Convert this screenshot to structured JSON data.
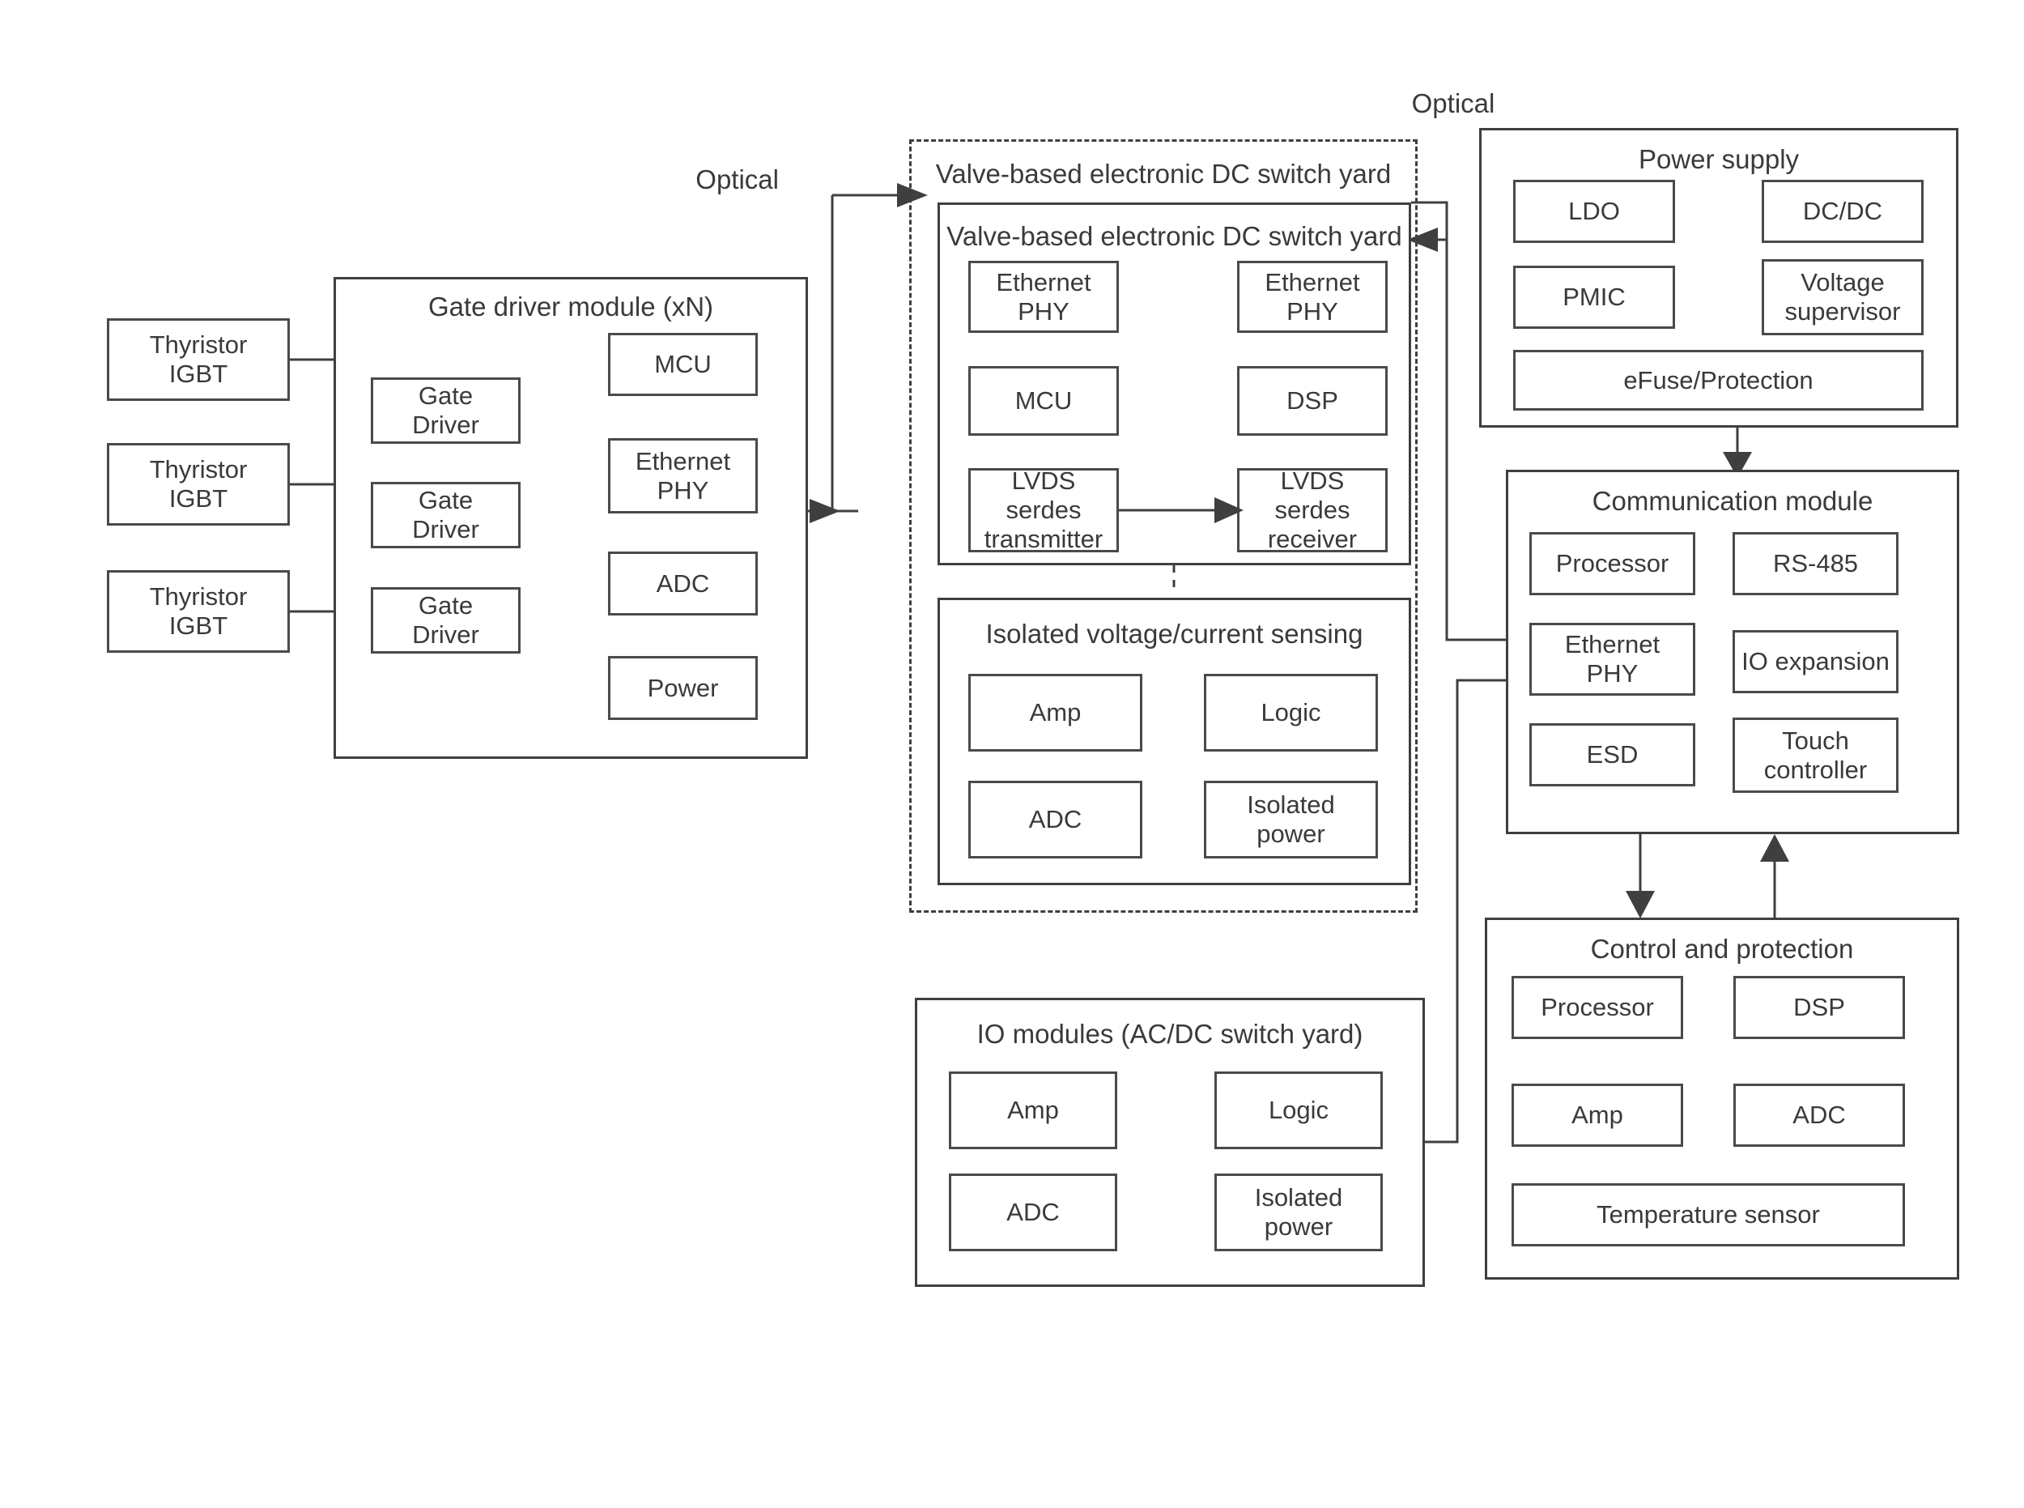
{
  "diagram": {
    "title_text_color": "#3a3a3a",
    "line_color": "#3f3f3f",
    "background": "#ffffff"
  },
  "edge_labels": {
    "optical_left": "Optical",
    "optical_top": "Optical"
  },
  "thyristors": [
    {
      "label": "Thyristor\nIGBT"
    },
    {
      "label": "Thyristor\nIGBT"
    },
    {
      "label": "Thyristor\nIGBT"
    }
  ],
  "gate_driver_module": {
    "title": "Gate driver module (xN)",
    "gate_drivers": [
      {
        "label": "Gate\nDriver"
      },
      {
        "label": "Gate\nDriver"
      },
      {
        "label": "Gate\nDriver"
      }
    ],
    "right_column": [
      {
        "label": "MCU"
      },
      {
        "label": "Ethernet\nPHY"
      },
      {
        "label": "ADC"
      },
      {
        "label": "Power"
      }
    ]
  },
  "valve_yard_outer": {
    "title": "Valve-based electronic DC switch yard"
  },
  "valve_yard_inner": {
    "title": "Valve-based electronic DC switch yard",
    "left_column": [
      {
        "label": "Ethernet\nPHY"
      },
      {
        "label": "MCU"
      },
      {
        "label": "LVDS\nserdes\ntransmitter"
      }
    ],
    "right_column": [
      {
        "label": "Ethernet\nPHY"
      },
      {
        "label": "DSP"
      },
      {
        "label": "LVDS\nserdes\nreceiver"
      }
    ]
  },
  "isolated_sensing": {
    "title": "Isolated voltage/current sensing",
    "left_column": [
      {
        "label": "Amp"
      },
      {
        "label": "ADC"
      }
    ],
    "right_column": [
      {
        "label": "Logic"
      },
      {
        "label": "Isolated\npower"
      }
    ]
  },
  "io_modules": {
    "title": "IO modules (AC/DC switch yard)",
    "left_column": [
      {
        "label": "Amp"
      },
      {
        "label": "ADC"
      }
    ],
    "right_column": [
      {
        "label": "Logic"
      },
      {
        "label": "Isolated\npower"
      }
    ]
  },
  "power_supply": {
    "title": "Power supply",
    "left_column": [
      {
        "label": "LDO"
      },
      {
        "label": "PMIC"
      }
    ],
    "right_column": [
      {
        "label": "DC/DC"
      },
      {
        "label": "Voltage\nsupervisor"
      }
    ],
    "full_width": [
      {
        "label": "eFuse/Protection"
      }
    ]
  },
  "communication_module": {
    "title": "Communication module",
    "left_column": [
      {
        "label": "Processor"
      },
      {
        "label": "Ethernet\nPHY"
      },
      {
        "label": "ESD"
      }
    ],
    "right_column": [
      {
        "label": "RS-485"
      },
      {
        "label": "IO expansion"
      },
      {
        "label": "Touch\ncontroller"
      }
    ]
  },
  "control_protection": {
    "title": "Control and protection",
    "left_column": [
      {
        "label": "Processor"
      },
      {
        "label": "Amp"
      }
    ],
    "right_column": [
      {
        "label": "DSP"
      },
      {
        "label": "ADC"
      }
    ],
    "full_width": [
      {
        "label": "Temperature sensor"
      }
    ]
  }
}
